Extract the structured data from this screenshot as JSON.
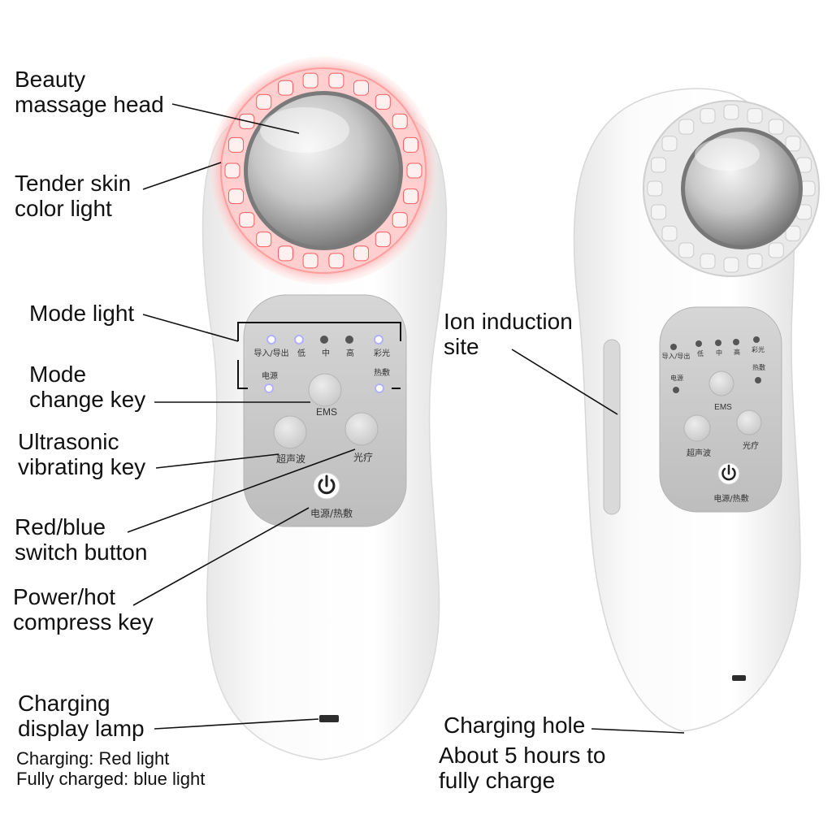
{
  "labels": {
    "beauty_head": "Beauty\nmassage head",
    "tender_light": "Tender skin\ncolor light",
    "mode_light": "Mode light",
    "mode_key": "Mode\nchange key",
    "ultrasonic_key": "Ultrasonic\nvibrating key",
    "red_blue": "Red/blue\nswitch button",
    "power_hot": "Power/hot\ncompress key",
    "charging_lamp": "Charging\ndisplay lamp",
    "charging_red": "Charging: Red light",
    "fully_blue": "Fully charged: blue light",
    "ion_site": "Ion induction\nsite",
    "charging_hole": "Charging hole",
    "charge_time": "About 5 hours to\nfully charge"
  },
  "panel_text": {
    "mode1": "导入/导出",
    "mode2": "低",
    "mode3": "中",
    "mode4": "高",
    "mode5": "彩光",
    "power_led": "电源",
    "heat_led": "热敷",
    "ems": "EMS",
    "ultrasonic": "超声波",
    "light_therapy": "光疗",
    "power_heat": "电源/热敷"
  },
  "colors": {
    "led_red": "#ff5d60",
    "led_glow": "#ffb3b3",
    "body": "#f7f7f7",
    "panel": "#c9c9c9"
  }
}
